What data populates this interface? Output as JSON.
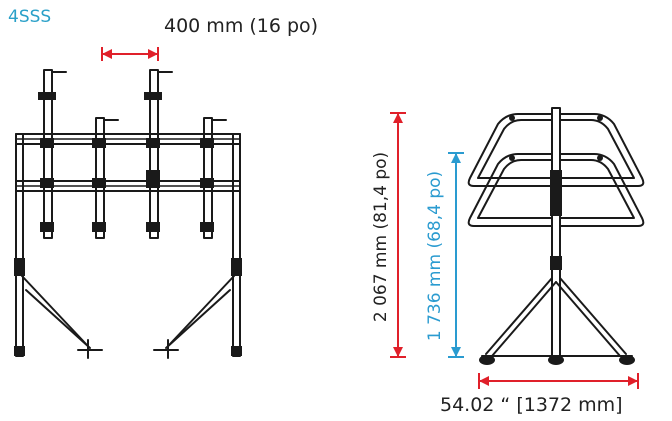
{
  "model_label": "4SSS",
  "spacing_label": "400 mm (16 po)",
  "total_height_label": "2 067 mm (81,4 po)",
  "screen_height_label": "1 736 mm (68,4 po)",
  "base_width_label": "54.02 “ [1372 mm]",
  "colors": {
    "model_label": "#2aa0c8",
    "red_dimension": "#e0202a",
    "blue_dimension": "#2a9bd0",
    "line": "#1a1a1a"
  }
}
